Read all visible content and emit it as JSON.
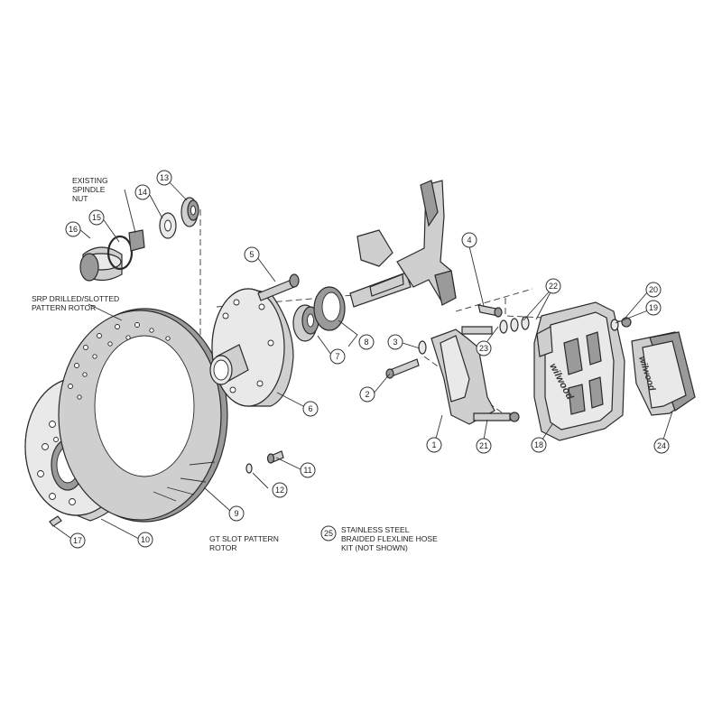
{
  "notes": {
    "existing_spindle_nut": [
      "EXISTING",
      "SPINDLE",
      "NUT"
    ],
    "srp_rotor": [
      "SRP DRILLED/SLOTTED",
      "PATTERN ROTOR"
    ],
    "gt_rotor": [
      "GT SLOT PATTERN",
      "ROTOR"
    ],
    "flexline": [
      "STAINLESS STEEL",
      "BRAIDED FLEXLINE HOSE",
      "KIT (NOT SHOWN)"
    ]
  },
  "logo_text": "wilwood",
  "callouts": [
    "1",
    "2",
    "3",
    "4",
    "5",
    "6",
    "7",
    "8",
    "9",
    "10",
    "11",
    "12",
    "13",
    "14",
    "15",
    "16",
    "17",
    "18",
    "19",
    "20",
    "21",
    "22",
    "23",
    "24",
    "25"
  ]
}
